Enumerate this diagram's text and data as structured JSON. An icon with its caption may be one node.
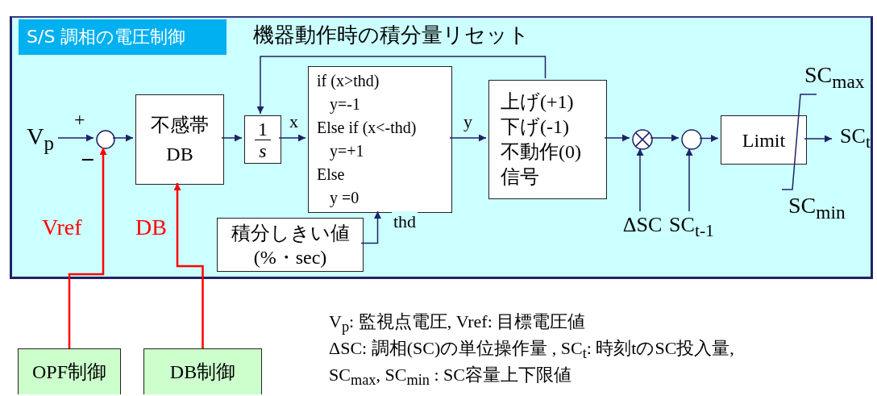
{
  "diagram": {
    "nodes": [
      {
        "text": [
          "S/S 調相の電圧制御"
        ]
      },
      {
        "text": [
          "V$_{p}$"
        ],
        "in": 0
      },
      {
        "text": [],
        "shape": "circle",
        "in": 0
      },
      {
        "text": [
          "不感帯 DB"
        ],
        "in": 0
      },
      {
        "text": [
          "1",
          "s"
        ],
        "in": 0
      },
      {
        "text": [
          "if (x>thd)",
          "y=-1",
          "Else if (x<-thd)",
          "y=+1",
          "Else",
          "y =0"
        ],
        "in": 0
      },
      {
        "text": [
          "上げ(+1)",
          "下げ(-1)",
          "不動作(0)",
          "信号"
        ],
        "in": 0
      },
      {
        "text": [],
        "shape": "circle",
        "in": 0
      },
      {
        "text": [],
        "shape": "circle",
        "in": 0
      },
      {
        "text": [
          "Limit"
        ],
        "in": 0
      },
      {
        "text": [
          "SC$_{t}$"
        ],
        "in": 0
      },
      {
        "text": [
          "ΔSC"
        ],
        "in": 0
      },
      {
        "text": [
          "SC$_{t-1}$"
        ],
        "in": 0
      },
      {
        "text": [
          "積分しきい値 (%・sec)"
        ],
        "in": 0
      },
      {
        "text": [
          "OPF制御"
        ]
      },
      {
        "text": [
          "DB制御"
        ]
      }
    ],
    "edges": [
      {
        "from": 1,
        "to": 2,
        "arrow": "to"
      },
      {
        "from": 2,
        "to": 3,
        "arrow": "to"
      },
      {
        "from": 3,
        "to": 4,
        "arrow": "to"
      },
      {
        "from": 4,
        "to": 5,
        "arrow": "to",
        "label": "x"
      },
      {
        "from": 5,
        "to": 6,
        "arrow": "to",
        "label": "y"
      },
      {
        "from": 6,
        "to": 4,
        "arrow": "to",
        "label": "機器動作時の積分量リセット"
      },
      {
        "from": 6,
        "to": 7,
        "arrow": "to"
      },
      {
        "from": 7,
        "to": 8,
        "arrow": "to"
      },
      {
        "from": 8,
        "to": 9,
        "arrow": "to"
      },
      {
        "from": 9,
        "to": 10,
        "arrow": "to"
      },
      {
        "from": 11,
        "to": 7,
        "arrow": "to"
      },
      {
        "from": 12,
        "to": 8,
        "arrow": "to"
      },
      {
        "from": 13,
        "to": 5,
        "arrow": "to",
        "label": "thd"
      },
      {
        "from": 14,
        "to": 2,
        "arrow": "to",
        "label": "Vref",
        "color": "#ff0000"
      },
      {
        "from": 15,
        "to": 3,
        "arrow": "to",
        "label": "DB",
        "color": "#ff0000"
      }
    ],
    "labels": [
      "+",
      "−",
      "SC$_{max}$",
      "SC$_{min}$",
      "V$_{p}$: 監視点電圧, Vref: 目標電圧値",
      "ΔSC: 調相(SC)の単位操作量 , SC$_{t}$: 時刻tのSC投入量,",
      "SC$_{max}$, SC$_{min}$ : SC容量上下限値"
    ]
  }
}
